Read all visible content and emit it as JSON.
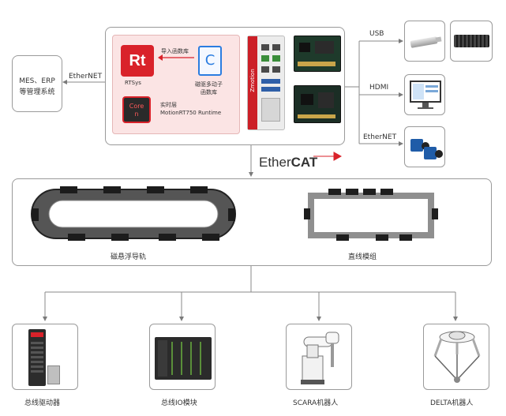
{
  "mes": {
    "label_line1": "MES、ERP",
    "label_line2": "等管理系统"
  },
  "ethernet_left": "EtherNET",
  "controller": {
    "import_label": "导入函数库",
    "rtsys_logo": "Rt",
    "rtsys_label": "RTSys",
    "lib_letter": "C",
    "lib_label_line1": "磁驱多动子",
    "lib_label_line2": "函数库",
    "core_logo_line1": "Core",
    "core_logo_line2": "n",
    "runtime_line1": "实时层",
    "runtime_line2": "MotionRT750 Runtime",
    "brand": "Zmotion"
  },
  "usb_label": "USB",
  "hdmi_label": "HDMI",
  "ethernet_right": "EtherNET",
  "ethercat": {
    "ether": "Ether",
    "cat": "CAT"
  },
  "maglev_label": "磁悬浮导轨",
  "linear_label": "直线模组",
  "devices": [
    {
      "label": "总线驱动器"
    },
    {
      "label": "总线IO模块"
    },
    {
      "label": "SCARA机器人"
    },
    {
      "label": "DELTA机器人"
    }
  ],
  "colors": {
    "accent_red": "#d9222a",
    "pink_panel": "#fbe4e4",
    "line": "#8a8a8a"
  }
}
